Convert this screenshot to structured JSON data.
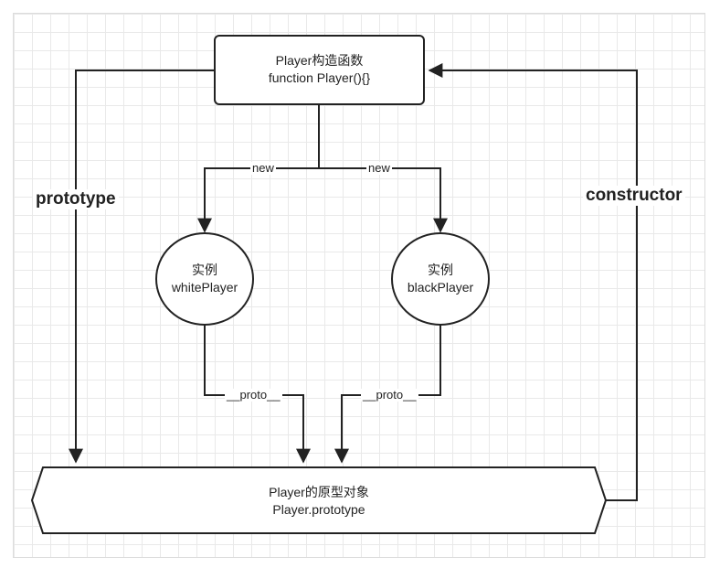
{
  "constructor_box": {
    "line1": "Player构造函数",
    "line2": "function Player(){}"
  },
  "instance_white": {
    "line1": "实例",
    "line2": "whitePlayer"
  },
  "instance_black": {
    "line1": "实例",
    "line2": "blackPlayer"
  },
  "prototype_box": {
    "line1": "Player的原型对象",
    "line2": "Player.prototype"
  },
  "edges": {
    "new_left": "new",
    "new_right": "new",
    "proto_left": "__proto__",
    "proto_right": "__proto__",
    "prototype": "prototype",
    "constructor": "constructor"
  }
}
